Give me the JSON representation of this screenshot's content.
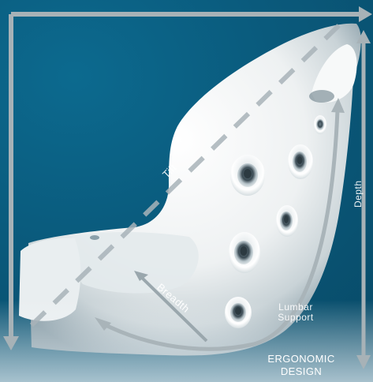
{
  "labels": {
    "tilt": "Tilt",
    "breadth": "Breadth",
    "depth": "Depth",
    "lumbar_line1": "Lumbar",
    "lumbar_line2": "Support"
  },
  "title": {
    "line1": "ERGONOMIC",
    "line2": "DESIGN"
  },
  "colors": {
    "background": "#0a5a7c",
    "arrow": "#9aa7ad",
    "shell": "#f1f3f3"
  },
  "icons": {
    "arrows": "arrow-icon",
    "massage_nodes": "massage-node-icon"
  }
}
